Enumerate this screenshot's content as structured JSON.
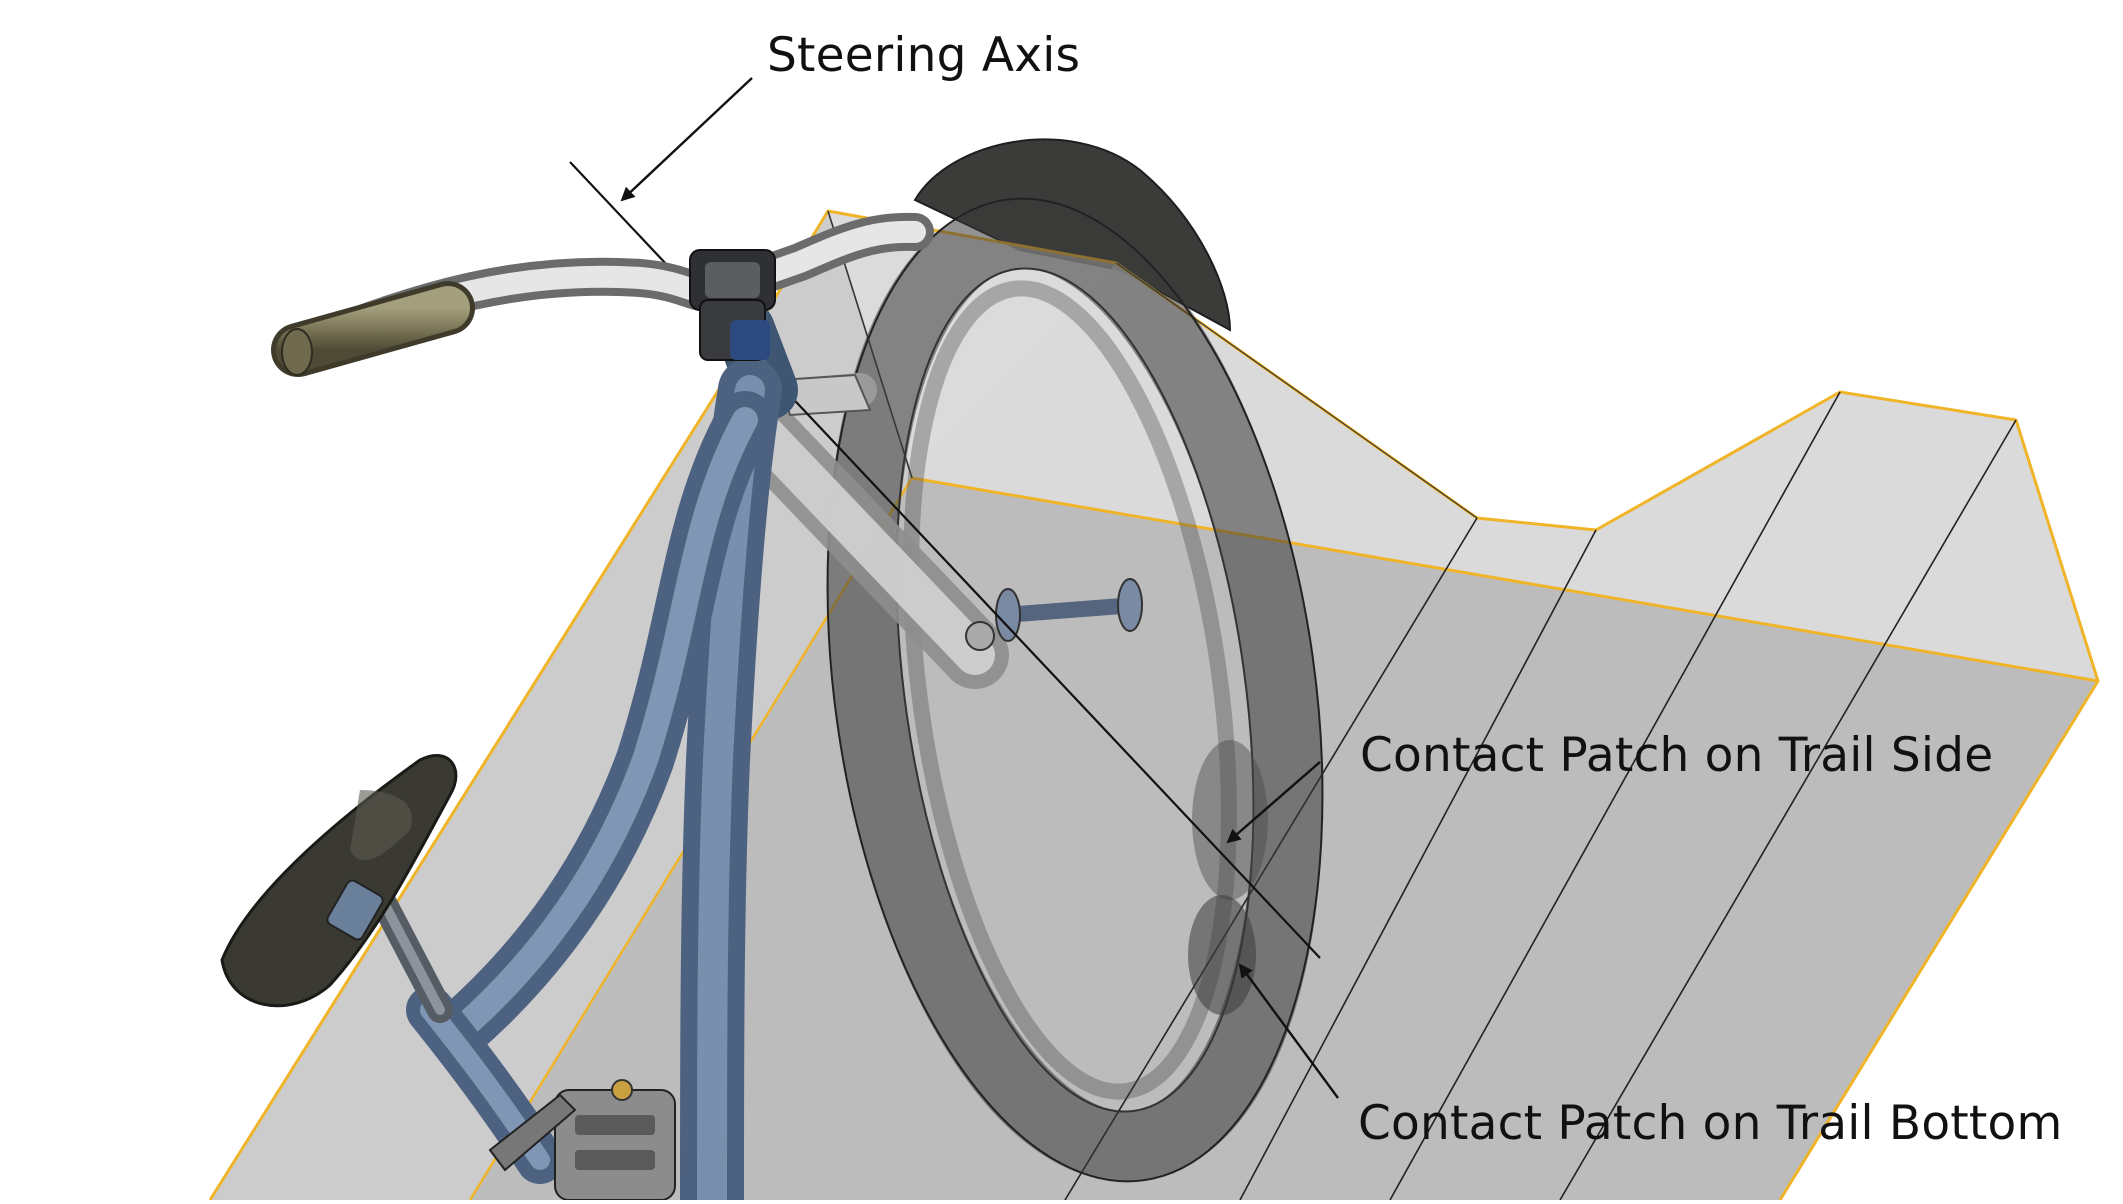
{
  "labels": {
    "steering_axis": "Steering Axis",
    "contact_patch_side": "Contact Patch on Trail Side",
    "contact_patch_bottom": "Contact Patch on Trail Bottom"
  },
  "colors": {
    "background": "#ffffff",
    "trail_edge": "#f0b429",
    "frame_blue": "#5f7794",
    "tire_dark": "#3c3c3a",
    "trail_gray": "#b4b4b4",
    "grip": "#7b7657"
  }
}
